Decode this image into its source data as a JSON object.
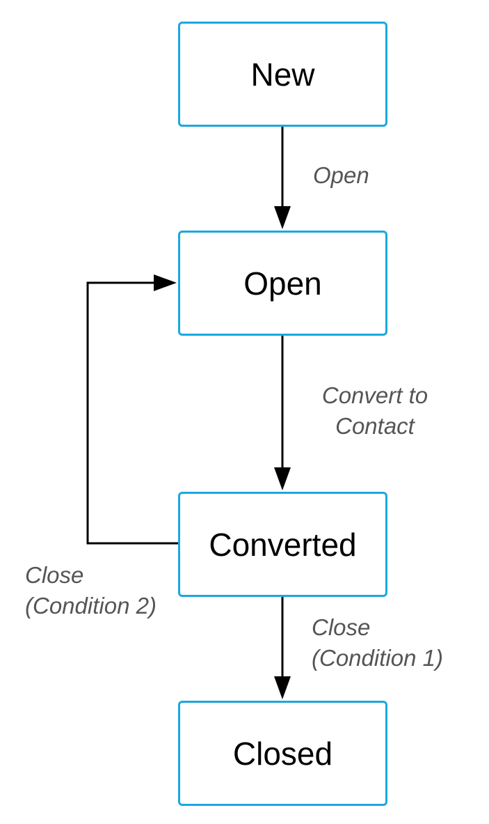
{
  "states": {
    "new": "New",
    "open": "Open",
    "converted": "Converted",
    "closed": "Closed"
  },
  "transitions": {
    "new_to_open": {
      "line1": "Open"
    },
    "open_to_converted": {
      "line1": "Convert to",
      "line2": "Contact"
    },
    "converted_to_closed": {
      "line1": "Close",
      "line2": "(Condition 1)"
    },
    "converted_to_open": {
      "line1": "Close",
      "line2": "(Condition 2)"
    }
  },
  "colors": {
    "box_border": "#1ba7df",
    "arrow": "#000000",
    "edge_label": "#555555"
  }
}
